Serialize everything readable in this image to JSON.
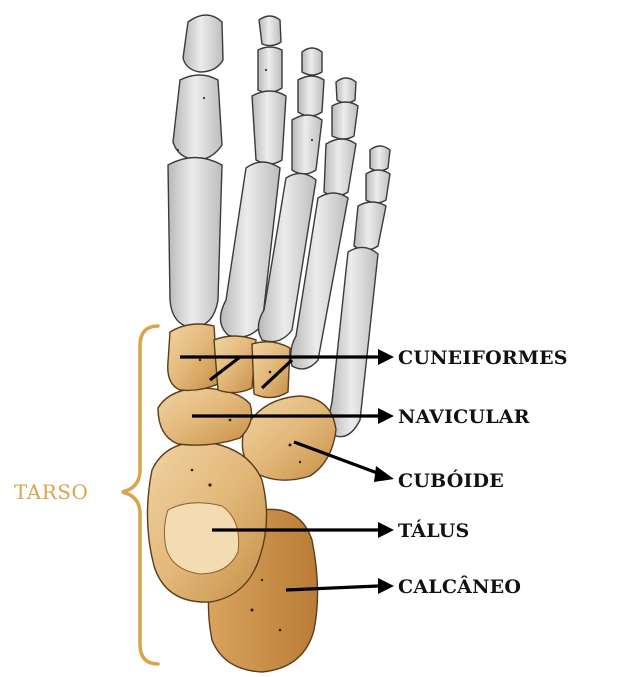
{
  "group_label": "TARSO",
  "labels": {
    "cuneiformes": "CUNEIFORMES",
    "navicular": "NAVICULAR",
    "cuboide": "CUBÓIDE",
    "talus": "TÁLUS",
    "calcaneo": "CALCÂNEO"
  },
  "colors": {
    "tarso_accent": "#d9a54a",
    "tarsal_bone": "#e3b87a",
    "tarsal_bone_light": "#f0d3a3",
    "tarsal_bone_dark": "#c68f45",
    "phalanx_bone": "#d2d2d2",
    "phalanx_bone_light": "#ececec",
    "outline": "#3a3a3a",
    "label_text": "#111111"
  }
}
